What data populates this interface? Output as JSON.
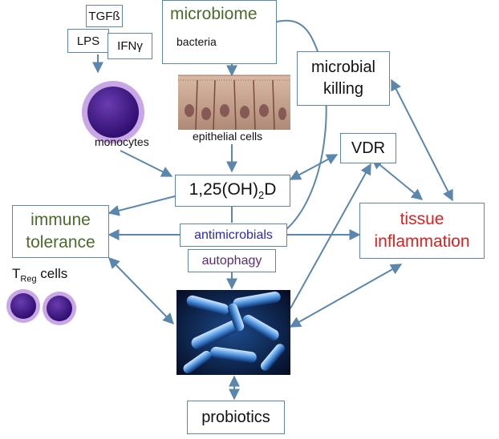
{
  "nodes": {
    "tgfb": "TGFß",
    "lps": "LPS",
    "ifng": "IFNγ",
    "microbiome": "microbiome",
    "bacteria": "bacteria",
    "monocytes": "monocytes",
    "epithelial": "epithelial cells",
    "microbial_killing_1": "microbial",
    "microbial_killing_2": "killing",
    "vdr": "VDR",
    "vitd_main": "1,25(OH)",
    "vitd_sub": "2",
    "vitd_tail": "D",
    "immune_1": "immune",
    "immune_2": "tolerance",
    "antimicrobials": "antimicrobials",
    "autophagy": "autophagy",
    "tissue_1": "tissue",
    "tissue_2": "inflammation",
    "treg_t": "T",
    "treg_sub": "Reg",
    "treg_tail": " cells",
    "probiotics": "probiotics"
  },
  "colors": {
    "arrow": "#5b86ad",
    "green_text": "#4a6b2a",
    "red_text": "#e0201f",
    "blue_text": "#2a2ab8",
    "purple_text": "#5a2a7a",
    "cell_dark": "#3d1480",
    "cell_halo": "#c9a6e6"
  }
}
